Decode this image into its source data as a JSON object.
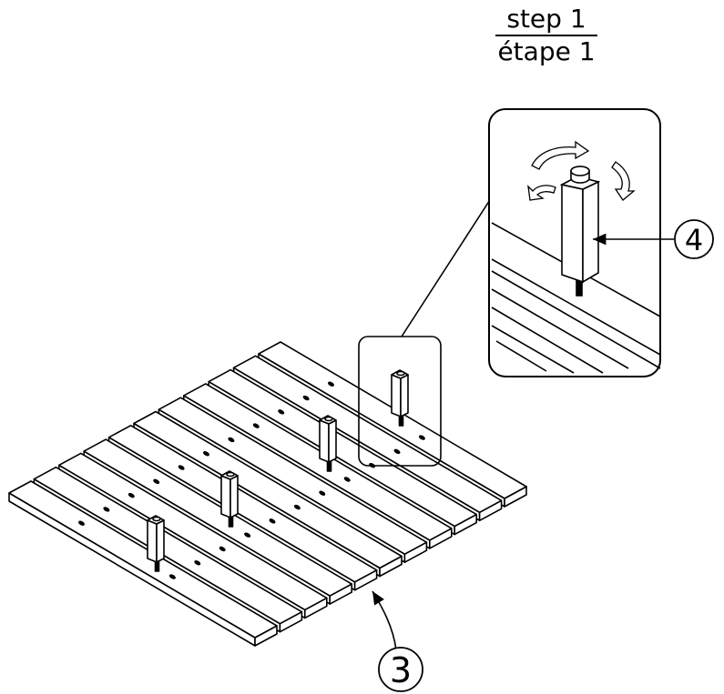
{
  "title": {
    "en": "step 1",
    "fr": "étape 1"
  },
  "callouts": [
    {
      "id": "slat",
      "number": "3"
    },
    {
      "id": "leg",
      "number": "4"
    }
  ]
}
